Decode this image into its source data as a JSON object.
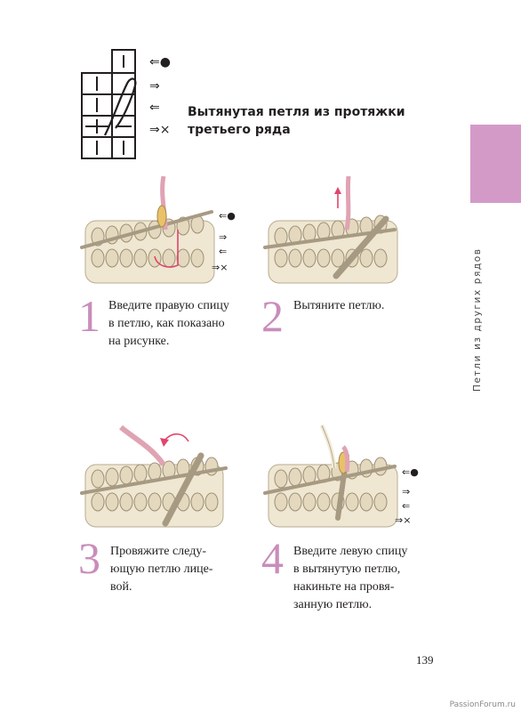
{
  "colors": {
    "accent": "#d39ac8",
    "number": "#c98dbb",
    "yarn": "#efe7d2",
    "needle": "#a79a83",
    "arrow": "#e0456c"
  },
  "chart": {
    "title_line1": "Вытянутая петля из протяжки",
    "title_line2": "третьего ряда",
    "row_markers": [
      "⇐●",
      "⇒",
      "⇐",
      "⇒×"
    ]
  },
  "diagram_markers": {
    "top": [
      "⇐●",
      "⇒",
      "⇐",
      "⇒×"
    ],
    "bottom": [
      "⇐●",
      "⇒",
      "⇐",
      "⇒×"
    ]
  },
  "side_label": "Петли из других рядов",
  "steps": [
    {
      "number": "1",
      "lines": [
        "Введите правую спицу",
        "в петлю, как показано",
        "на рисунке."
      ]
    },
    {
      "number": "2",
      "lines": [
        "Вытяните петлю."
      ]
    },
    {
      "number": "3",
      "lines": [
        "Провяжите следу-",
        "ющую петлю лице-",
        "вой."
      ]
    },
    {
      "number": "4",
      "lines": [
        "Введите левую спицу",
        "в вытянутую петлю,",
        "накиньте на провя-",
        "занную петлю."
      ]
    }
  ],
  "page_number": "139",
  "watermark": "PassionForum.ru"
}
